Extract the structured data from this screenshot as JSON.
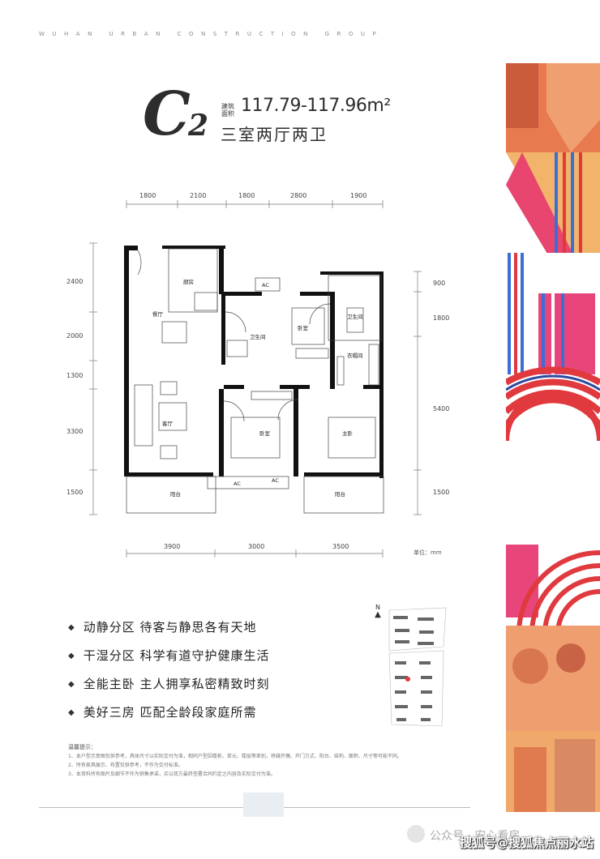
{
  "header": {
    "company_band": "WUHAN URBAN CONSTRUCTION GROUP"
  },
  "unit_type": {
    "letter": "C",
    "number": "2",
    "area_label_top": "建筑",
    "area_label_bottom": "面积",
    "area_value": "117.79-117.96m²",
    "layout_name": "三室两厅两卫"
  },
  "dimensions": {
    "top": [
      "1800",
      "2100",
      "1800",
      "2800",
      "1900"
    ],
    "bottom": [
      "3900",
      "3000",
      "3500"
    ],
    "left": [
      "2400",
      "2000",
      "1300",
      "3300",
      "1500"
    ],
    "right": [
      "900",
      "1800",
      "5400",
      "1500"
    ]
  },
  "rooms": {
    "kitchen": "厨房",
    "dining": "餐厅",
    "living": "客厅",
    "bath1": "卫生间",
    "bath2": "卫生间",
    "bedroom_top": "卧室",
    "bedroom_mid": "卧室",
    "master": "主卧",
    "closet": "衣帽间",
    "balcony_left": "阳台",
    "balcony_right": "阳台",
    "ac1": "AC",
    "ac2": "AC",
    "ac3": "AC"
  },
  "unit_note": "单位：mm",
  "compass": "N",
  "features": [
    "动静分区  待客与静思各有天地",
    "干湿分区  科学有道守护健康生活",
    "全能主卧  主人拥享私密精致时刻",
    "美好三房  匹配全龄段家庭所需"
  ],
  "notes": {
    "title": "温馨提示：",
    "lines": [
      "1、本户型示意图仅供参考，具体尺寸以实际交付为准，相同户型因楼栋、单元、楼层等差别，将缝开偶、开门方式、阳台、结构、面积、尺寸等可能不同。",
      "2、所有家具展示、布置仅供参考，不作为交付标准。",
      "3、本资料所有图片及细节不作为销售承诺，买以双方最终签署合同约定之内容及实际交付为准。"
    ]
  },
  "footer": {
    "account": "公众号 · 安心看房",
    "watermark": "搜狐号@搜狐焦点丽水站"
  },
  "colors": {
    "accent_orange": "#e8734a",
    "accent_red": "#e0393e",
    "accent_pink": "#e84a8c",
    "accent_blue": "#3b6fd6",
    "wall": "#111111"
  }
}
